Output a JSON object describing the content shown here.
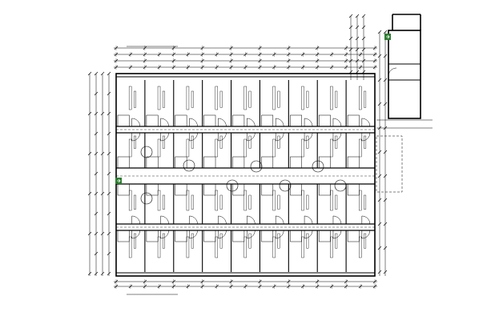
{
  "drawing": {
    "type": "architectural floor plan",
    "room_rows": 4,
    "rooms_per_row": 9,
    "exit_signs": 2,
    "colors": {
      "line": "#000000",
      "background": "#ffffff",
      "exit_sign": "#2e7d32"
    },
    "icons": [
      "exit-sign-icon",
      "door-swing-icon"
    ]
  }
}
